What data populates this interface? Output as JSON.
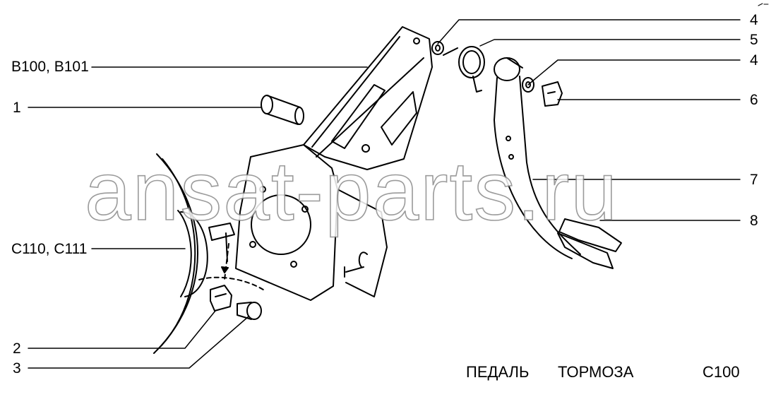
{
  "callouts": {
    "b100_b101": "B100, B101",
    "c110_c111": "C110, C111",
    "n1": "1",
    "n2": "2",
    "n3": "3",
    "n4_top": "4",
    "n5": "5",
    "n4_bottom": "4",
    "n6": "6",
    "n7": "7",
    "n8": "8"
  },
  "footer": {
    "word1": "ПЕДАЛЬ",
    "word2": "ТОРМОЗА",
    "code": "C100"
  },
  "watermark": "ansat-parts.ru"
}
